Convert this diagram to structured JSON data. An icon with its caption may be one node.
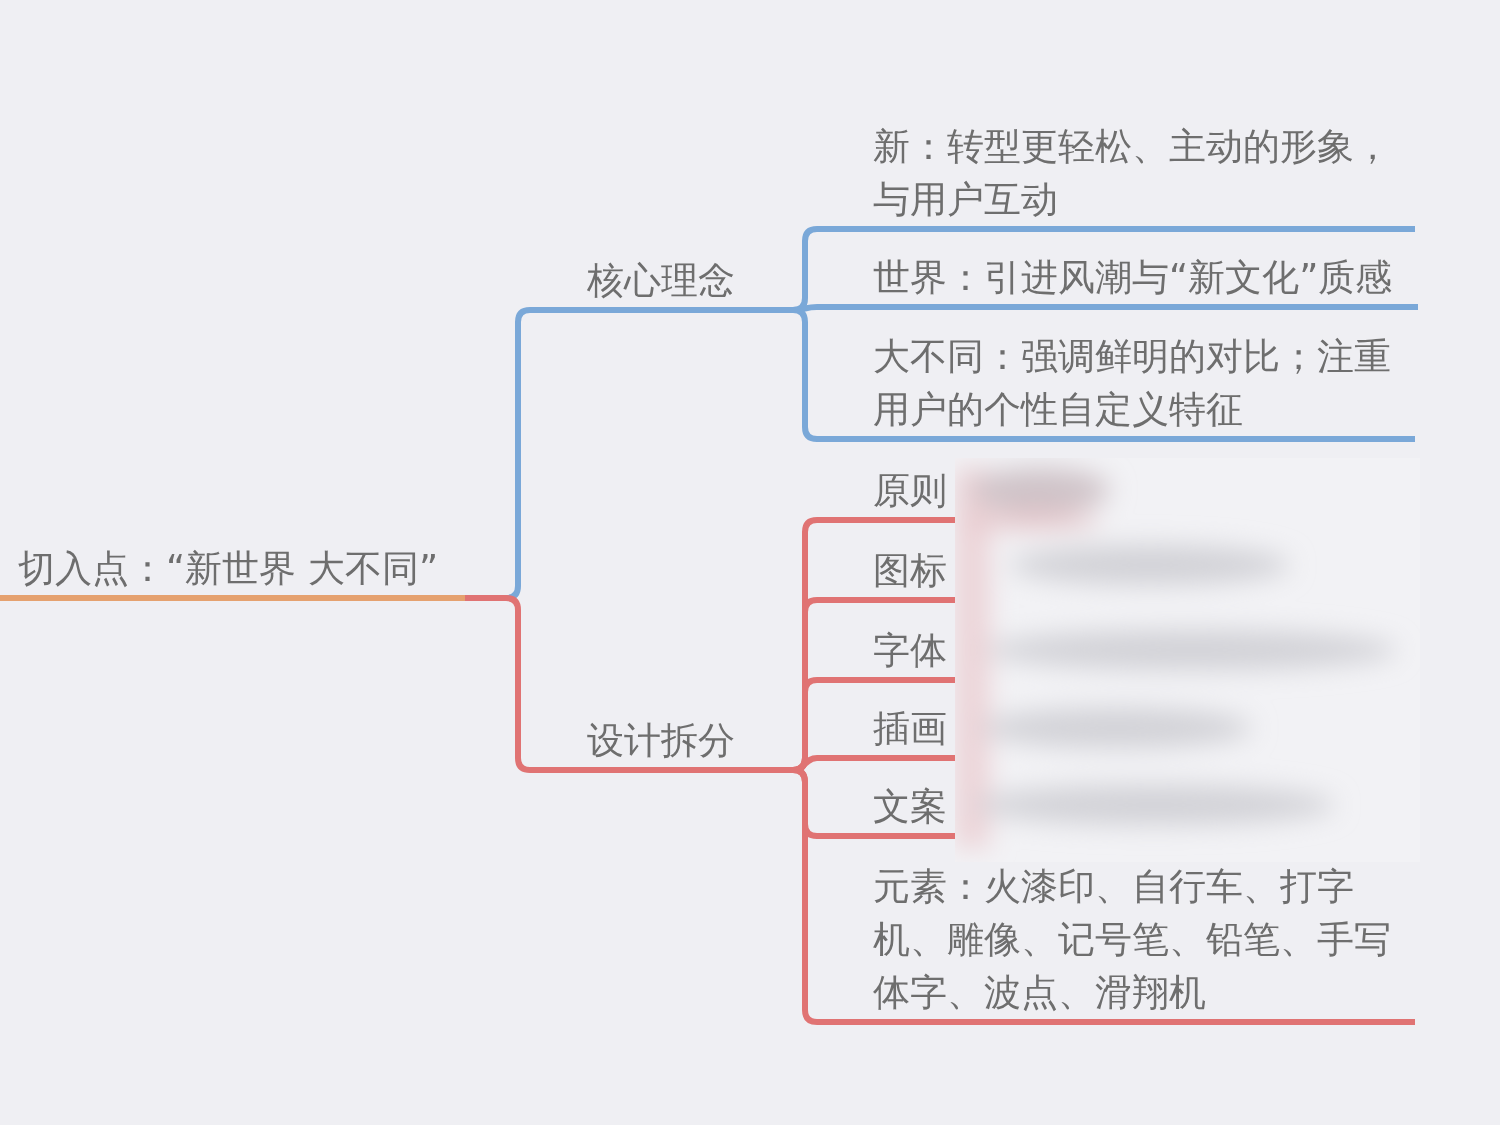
{
  "diagram": {
    "nodes": [
      {
        "text": [
          "切入点：“新世界 大不同”"
        ]
      },
      {
        "text": [
          "核心理念"
        ]
      },
      {
        "text": [
          "新：转型更轻松、主动的形象，与用户互动"
        ]
      },
      {
        "text": [
          "世界：引进风潮与“新文化”质感"
        ]
      },
      {
        "text": [
          "大不同：强调鲜明的对比；注重用户的个性自定义特征"
        ]
      },
      {
        "text": [
          "设计拆分"
        ]
      },
      {
        "text": [
          "原则"
        ]
      },
      {
        "text": [
          "图标"
        ]
      },
      {
        "text": [
          "字体"
        ]
      },
      {
        "text": [
          "插画"
        ]
      },
      {
        "text": [
          "文案"
        ]
      },
      {
        "text": [
          "元素：火漆印、自行车、打字机、雕像、记号笔、铅笔、手写体字、波点、滑翔机"
        ]
      }
    ],
    "edges": [
      {
        "from": 0,
        "to": 1,
        "arrow": "none",
        "color": "#7aa8d8"
      },
      {
        "from": 0,
        "to": 5,
        "arrow": "none"
      },
      {
        "from": 1,
        "to": 2,
        "arrow": "none",
        "color": "#7aa8d8"
      },
      {
        "from": 1,
        "to": 3,
        "arrow": "none",
        "color": "#7aa8d8"
      },
      {
        "from": 1,
        "to": 4,
        "arrow": "none",
        "color": "#7aa8d8"
      },
      {
        "from": 5,
        "to": 6,
        "arrow": "none"
      },
      {
        "from": 5,
        "to": 7,
        "arrow": "none"
      },
      {
        "from": 5,
        "to": 8,
        "arrow": "none"
      },
      {
        "from": 5,
        "to": 9,
        "arrow": "none"
      },
      {
        "from": 5,
        "to": 10,
        "arrow": "none"
      },
      {
        "from": 5,
        "to": 11,
        "arrow": "none"
      }
    ]
  }
}
